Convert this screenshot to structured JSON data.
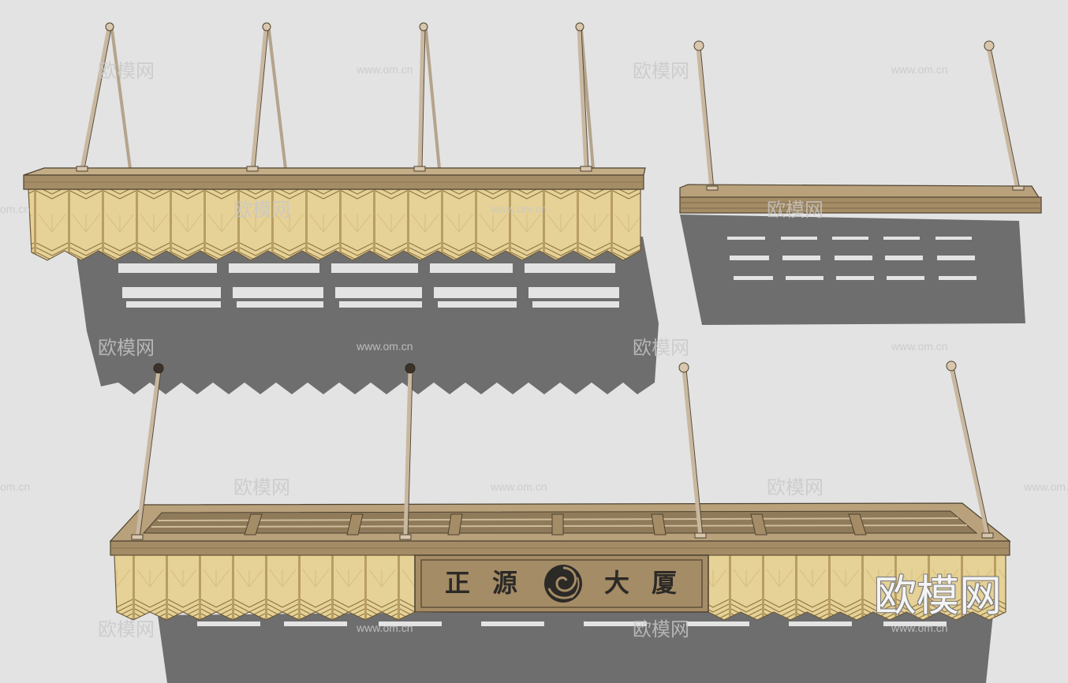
{
  "sign": {
    "char1": "正",
    "char2": "源",
    "char3": "大",
    "char4": "厦"
  },
  "watermark": {
    "brand": "欧模网",
    "url": "www.om.cn",
    "url_partial": "om.cn"
  },
  "colors": {
    "background": "#e3e3e3",
    "wood": "#a58e6b",
    "wood_dark": "#8a7454",
    "fabric": "#e8d49a",
    "fabric_shade": "#d8be78",
    "shadow": "#6f6f6f",
    "rod": "#c9b8a0"
  }
}
